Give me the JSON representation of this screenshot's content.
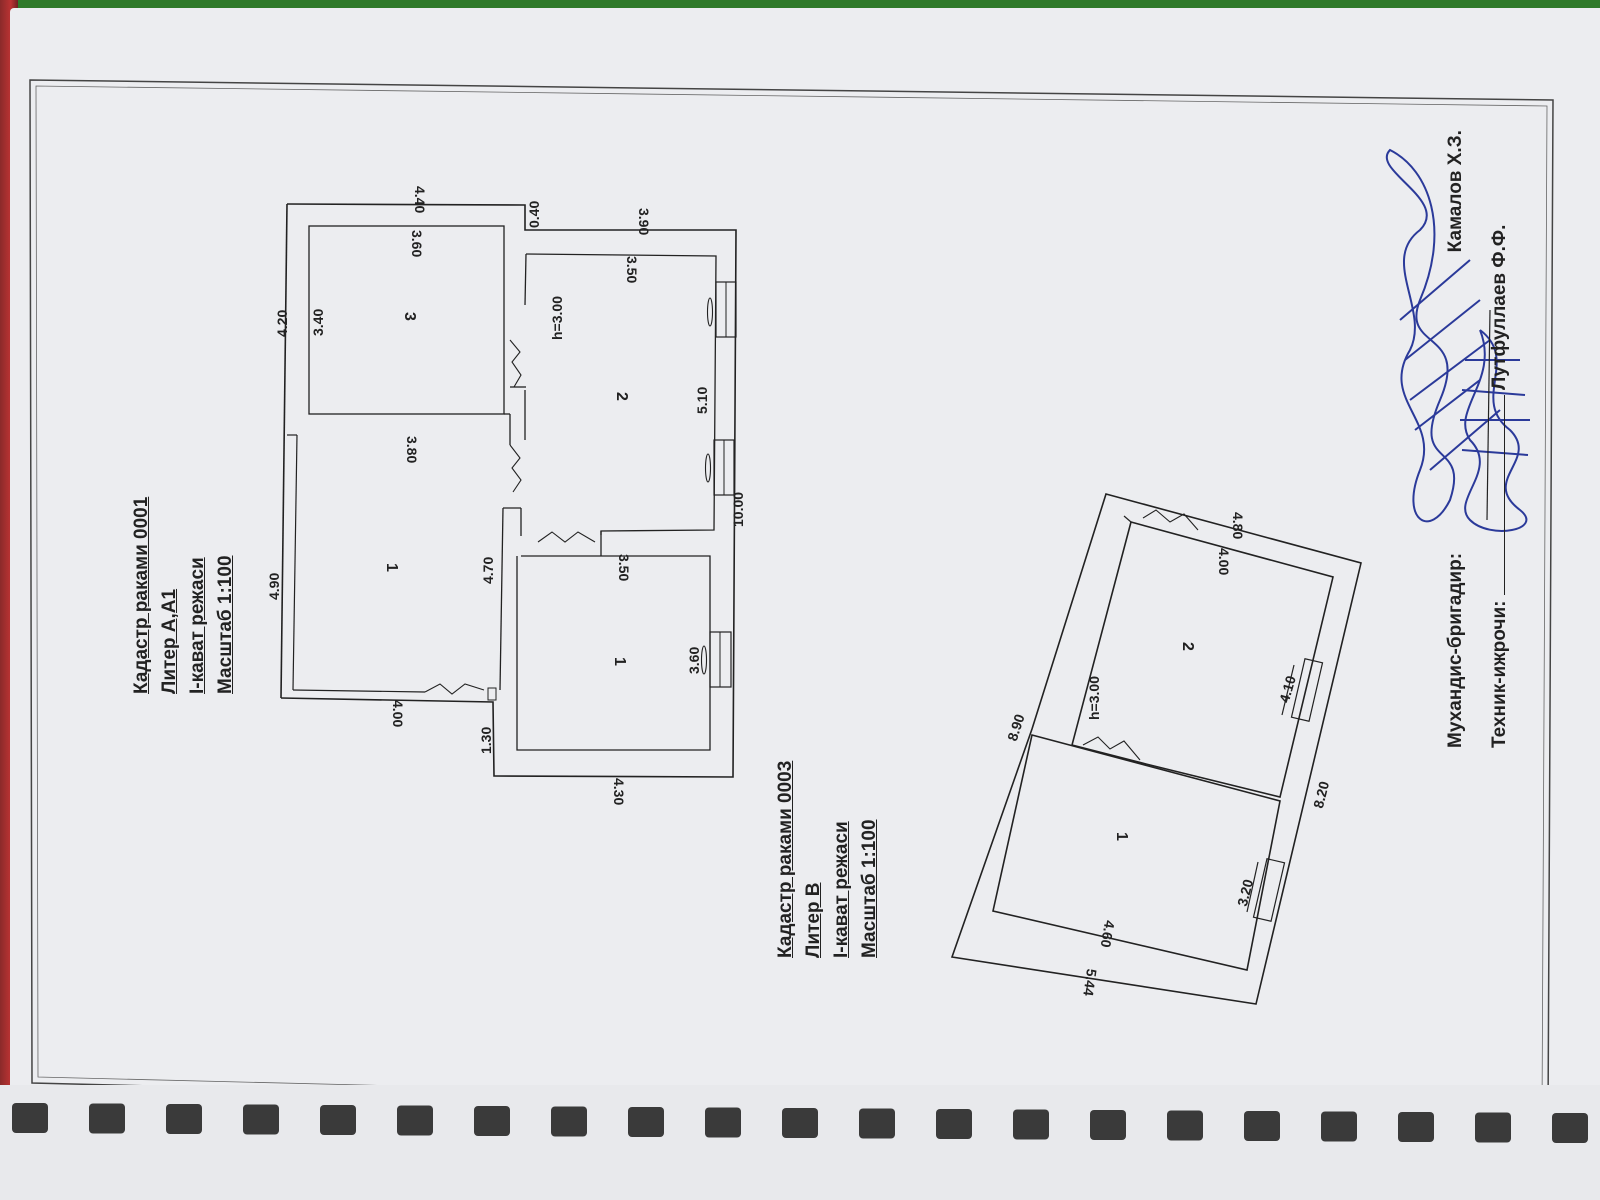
{
  "plan_0001": {
    "title": "Кадастр раками 0001",
    "liter": "Литер А,А1",
    "floor": "I-кават режаси",
    "scale": "Масштаб 1:100",
    "rooms": {
      "hall": "1",
      "room1": "1",
      "room2": "2",
      "room3": "3"
    },
    "height": "h=3.00",
    "dims": {
      "d440": "4.40",
      "d040": "0.40",
      "d390": "3.90",
      "d360a": "3.60",
      "d350a": "3.50",
      "d420": "4.20",
      "d340": "3.40",
      "d380": "3.80",
      "d490": "4.90",
      "d510": "5.10",
      "d1000": "10.00",
      "d470": "4.70",
      "d350b": "3.50",
      "d360b": "3.60",
      "d400": "4.00",
      "d130": "1.30",
      "d430": "4.30"
    }
  },
  "plan_0003": {
    "title": "Кадастр раками 0003",
    "liter": "Литер В",
    "floor": "I-кават режаси",
    "scale": "Масштаб 1:100",
    "rooms": {
      "room1": "1",
      "room2": "2"
    },
    "height": "h=3.00",
    "dims": {
      "d480": "4.80",
      "d400": "4.00",
      "d890": "8.90",
      "d410": "4.10",
      "d820": "8.20",
      "d320": "3.20",
      "d460": "4.60",
      "d544": "5.44"
    }
  },
  "signatures": {
    "engineer_label": "Мухандис-бригадир:",
    "engineer_name": "Камалов Х.З.",
    "technician_label": "Техник-ижрочи:",
    "technician_name": "Лутфуллаев Ф.Ф."
  },
  "colors": {
    "paper": "#ecedf0",
    "ink": "#222222",
    "signature_ink": "#2b3a9a",
    "background": "#2f7a2a"
  }
}
